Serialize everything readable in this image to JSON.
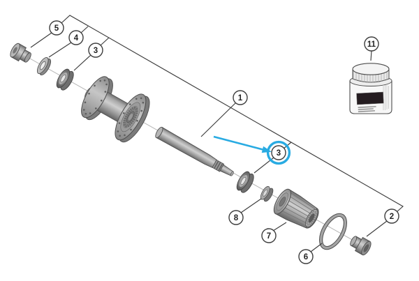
{
  "diagram": {
    "type": "exploded-parts-diagram",
    "callouts": {
      "n5": "5",
      "n4": "4",
      "n3_left": "3",
      "n1": "1",
      "n3_highlighted": "3",
      "n8": "8",
      "n7": "7",
      "n6": "6",
      "n2": "2",
      "n11": "11"
    },
    "highlight": {
      "highlighted_callout": "3",
      "arrow_color": "#29abe2"
    },
    "colors": {
      "background": "#ffffff",
      "line": "#3c3c3c",
      "part_gray": "#a6a6a6",
      "axis_gray": "#b4b4b4",
      "label_dark": "#241c20"
    }
  }
}
